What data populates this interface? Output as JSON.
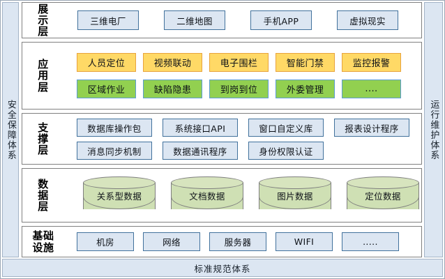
{
  "diagram": {
    "title_bottom": "标准规范体系",
    "pillar_left": "安全保障体系",
    "pillar_right": "运行维护体系"
  },
  "layers": [
    {
      "id": "display",
      "label_lines": [
        "展",
        "示",
        "层"
      ],
      "style": "blue",
      "nodes": [
        "三维电厂",
        "二维地图",
        "手机APP",
        "虚拟现实"
      ]
    },
    {
      "id": "application",
      "label_lines": [
        "应",
        "用",
        "层"
      ],
      "style": "yellow-green",
      "row1": [
        "人员定位",
        "视频联动",
        "电子围栏",
        "智能门禁",
        "监控报警"
      ],
      "row2": [
        "区域作业",
        "缺陷隐患",
        "到岗到位",
        "外委管理",
        "...."
      ]
    },
    {
      "id": "support",
      "label_lines": [
        "支",
        "撑",
        "层"
      ],
      "style": "blue",
      "row1": [
        "数据库操作包",
        "系统接口API",
        "窗口自定义库",
        "报表设计程序"
      ],
      "row2": [
        "消息同步机制",
        "数据通讯程序",
        "身份权限认证"
      ]
    },
    {
      "id": "data",
      "label_lines": [
        "数",
        "据",
        "层"
      ],
      "style": "cylinder",
      "nodes": [
        "关系型数据",
        "文档数据",
        "图片数据",
        "定位数据"
      ]
    },
    {
      "id": "infrastructure",
      "label_lines": [
        "基础",
        "设施"
      ],
      "style": "blue",
      "nodes": [
        "机房",
        "网络",
        "服务器",
        "WIFI",
        "....."
      ]
    }
  ],
  "colors": {
    "pillar_fill": "#DCE6F2",
    "pillar_border": "#A3B3C6",
    "box_blue_fill": "#DCE6F2",
    "box_blue_border": "#41719C",
    "box_yellow_fill": "#FFD966",
    "box_yellow_border": "#E8A33D",
    "box_green_fill": "#92D050",
    "box_green_border": "#5B9BD5",
    "cylinder_fill": "#CFE0B4",
    "cylinder_border": "#7F7F7F",
    "layer_border": "#808080"
  }
}
